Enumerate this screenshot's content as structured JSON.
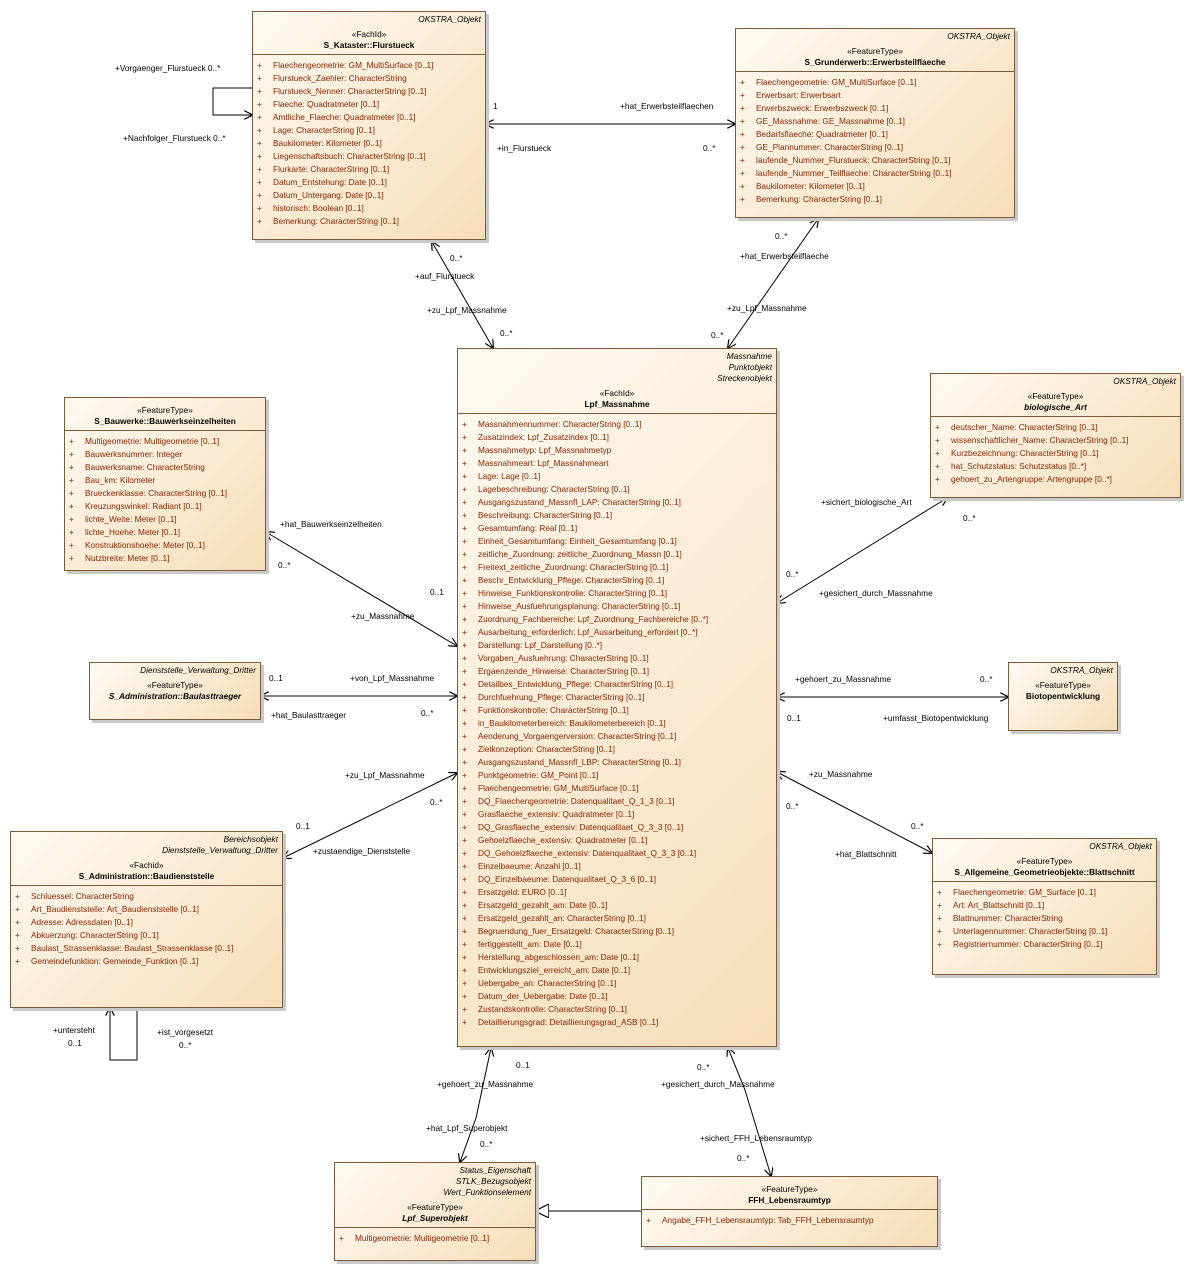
{
  "classes": {
    "flurstueck": {
      "tags": [
        "OKSTRA_Objekt"
      ],
      "stereotype": "«FachId»",
      "name": "S_Kataster::Flurstueck",
      "italic_name": false,
      "attributes": [
        "Flaechengeometrie: GM_MultiSurface [0..1]",
        "Flurstueck_Zaehler: CharacterString",
        "Flurstueck_Nenner: CharacterString [0..1]",
        "Flaeche: Quadratmeter [0..1]",
        "Amtliche_Flaeche: Quadratmeter [0..1]",
        "Lage: CharacterString [0..1]",
        "Baukilometer: Kilometer [0..1]",
        "Liegenschaftsbuch: CharacterString [0..1]",
        "Flurkarte: CharacterString [0..1]",
        "Datum_Entstehung: Date [0..1]",
        "Datum_Untergang: Date [0..1]",
        "historisch: Boolean [0..1]",
        "Bemerkung: CharacterString [0..1]"
      ]
    },
    "erwerbsteilflaeche": {
      "tags": [
        "OKSTRA_Objekt"
      ],
      "stereotype": "«FeatureType»",
      "name": "S_Grunderwerb::Erwerbsteilflaeche",
      "italic_name": false,
      "attributes": [
        "Flaechengeometrie: GM_MultiSurface [0..1]",
        "Erwerbsart: Erwerbsart",
        "Erwerbszweck: Erwerbszweck [0..1]",
        "GE_Massnahme: GE_Massnahme [0..1]",
        "Bedarfsflaeche: Quadratmeter [0..1]",
        "GE_Plannummer: CharacterString [0..1]",
        "laufende_Nummer_Flurstueck: CharacterString [0..1]",
        "laufende_Nummer_Teilflaeche: CharacterString [0..1]",
        "Baukilometer: Kilometer [0..1]",
        "Bemerkung: CharacterString [0..1]"
      ]
    },
    "bauwerkseinzelheiten": {
      "tags": [],
      "stereotype": "«FeatureType»",
      "name": "S_Bauwerke::Bauwerkseinzelheiten",
      "italic_name": false,
      "attributes": [
        "Multigeometrie: Multigeometrie [0..1]",
        "Bauwerksnummer: Integer",
        "Bauwerksname: CharacterString",
        "Bau_km: Kilometer",
        "Brueckenklasse: CharacterString [0..1]",
        "Kreuzungswinkel: Radiant [0..1]",
        "lichte_Weite: Meter [0..1]",
        "lichte_Hoehe: Meter [0..1]",
        "Konstruktionshoehe: Meter [0..1]",
        "Nutzbreite: Meter [0..1]"
      ]
    },
    "lpf_massnahme": {
      "tags": [
        "Massnahme",
        "Punktobjekt",
        "Streckenobjekt"
      ],
      "stereotype": "«FachId»",
      "name": "Lpf_Massnahme",
      "italic_name": false,
      "attributes": [
        "Massnahmennummer: CharacterString [0..1]",
        "Zusatzindex: Lpf_Zusatzindex [0..1]",
        "Massnahmetyp: Lpf_Massnahmetyp",
        "Massnahmeart: Lpf_Massnahmeart",
        "Lage: Lage [0..1]",
        "Lagebeschreibung: CharacterString [0..1]",
        "Ausgangszustand_Massnfl_LAP: CharacterString [0..1]",
        "Beschreibung: CharacterString [0..1]",
        "Gesamtumfang: Real [0..1]",
        "Einheit_Gesamtumfang: Einheit_Gesamtumfang [0..1]",
        "zeitliche_Zuordnung: zeitliche_Zuordnung_Massn [0..1]",
        "Freitext_zeitliche_Zuordnung: CharacterString [0..1]",
        "Beschr_Entwicklung_Pflege: CharacterString [0..1]",
        "Hinweise_Funktionskontrolle: CharacterString [0..1]",
        "Hinweise_Ausfuehrungsplanung: CharacterString [0..1]",
        "Zuordnung_Fachbereiche: Lpf_Zuordnung_Fachbereiche [0..*]",
        "Ausarbeitung_erforderlich: Lpf_Ausarbeitung_erforderl [0..*]",
        "Darstellung: Lpf_Darstellung [0..*]",
        "Vorgaben_Ausfuehrung: CharacterString [0..1]",
        "Ergaenzende_Hinweise: CharacterString [0..1]",
        "Detailbes_Entwicklung_Pflege: CharacterString [0..1]",
        "Durchfuehrung_Pflege: CharacterString [0..1]",
        "Funktionskontrolle: CharacterString [0..1]",
        "in_Baukilometerbereich: Baukilometerbereich [0..1]",
        "Aenderung_Vorgaengerversion: CharacterString [0..1]",
        "Zielkonzeption: CharacterString [0..1]",
        "Ausgangszustand_Massnfl_LBP: CharacterString [0..1]",
        "Punktgeometrie: GM_Point [0..1]",
        "Flaechengeometrie: GM_MultiSurface [0..1]",
        "DQ_Flaechengeometrie: Datenqualitaet_Q_1_3 [0..1]",
        "Grasflaeche_extensiv: Quadratmeter [0..1]",
        "DQ_Grasflaeche_extensiv: Datenqualitaet_Q_3_3 [0..1]",
        "Gehoelzflaeche_extensiv: Quadratmeter [0..1]",
        "DQ_Gehoelzflaeche_extensiv: Datenqualitaet_Q_3_3 [0..1]",
        "Einzelbaeume: Anzahl [0..1]",
        "DQ_Einzelbaeume: Datenqualitaet_Q_3_6 [0..1]",
        "Ersatzgeld: EURO [0..1]",
        "Ersatzgeld_gezahlt_am: Date [0..1]",
        "Ersatzgeld_gezahlt_an: CharacterString [0..1]",
        "Begruendung_fuer_Ersatzgeld: CharacterString [0..1]",
        "fertiggestellt_am: Date [0..1]",
        "Herstellung_abgeschlossen_am: Date [0..1]",
        "Entwicklungsziel_erreicht_am: Date [0..1]",
        "Uebergabe_an: CharacterString [0..1]",
        "Datum_der_Uebergabe: Date [0..1]",
        "Zustandskontrolle: CharacterString [0..1]",
        "Detaillierungsgrad: Detaillierungsgrad_ASB [0..1]"
      ]
    },
    "biologische_art": {
      "tags": [
        "OKSTRA_Objekt"
      ],
      "stereotype": "«FeatureType»",
      "name": "biologische_Art",
      "italic_name": true,
      "attributes": [
        "deutscher_Name: CharacterString [0..1]",
        "wissenschaftlicher_Name: CharacterString [0..1]",
        "Kurzbezeichnung: CharacterString [0..1]",
        "hat_Schutzstatus: Schutzstatus [0..*]",
        "gehoert_zu_Artengruppe: Artengruppe [0..*]"
      ]
    },
    "baulasttraeger": {
      "tags": [
        "Dienststelle_Verwaltung_Dritter"
      ],
      "stereotype": "«FeatureType»",
      "name": "S_Administration::Baulasttraeger",
      "italic_name": true,
      "attributes": []
    },
    "biotopentwicklung": {
      "tags": [
        "OKSTRA_Objekt"
      ],
      "stereotype": "«FeatureType»",
      "name": "Biotopentwicklung",
      "italic_name": false,
      "attributes": []
    },
    "baudienststelle": {
      "tags": [
        "Bereichsobjekt",
        "Dienststelle_Verwaltung_Dritter"
      ],
      "stereotype": "«Fachid»",
      "name": "S_Administration::Baudienststelle",
      "italic_name": false,
      "attributes": [
        "Schluessel: CharacterString",
        "Art_Baudienststelle: Art_Baudienststelle [0..1]",
        "Adresse: Adressdaten [0..1]",
        "Abkuerzung: CharacterString [0..1]",
        "Baulast_Strassenklasse: Baulast_Strassenklasse [0..1]",
        "Gemeindefunktion: Gemeinde_Funktion [0..1]"
      ]
    },
    "blattschnitt": {
      "tags": [
        "OKSTRA_Objekt"
      ],
      "stereotype": "«FeatureType»",
      "name": "S_Allgemeine_Geometrieobjekte::Blattschnitt",
      "italic_name": false,
      "attributes": [
        "Flaechengeometrie: GM_Surface [0..1]",
        "Art: Art_Blattschnitt [0..1]",
        "Blattnummer: CharacterString",
        "Unterlagennummer: CharacterString [0..1]",
        "Registriernummer: CharacterString [0..1]"
      ]
    },
    "lpf_superobjekt": {
      "tags": [
        "Status_Eigenschaft",
        "STLK_Bezugsobjekt",
        "Wert_Funktionselement"
      ],
      "stereotype": "«FeatureType»",
      "name": "Lpf_Superobjekt",
      "italic_name": true,
      "attributes": [
        "Multigeometrie: Multigeometrie [0..1]"
      ]
    },
    "ffh_lebensraumtyp": {
      "tags": [],
      "stereotype": "«FeatureType»",
      "name": "FFH_Lebensraumtyp",
      "italic_name": false,
      "attributes": [
        "Angabe_FFH_Lebensraumtyp: Tab_FFH_Lebensraumtyp"
      ]
    }
  },
  "visibility_symbol": "+",
  "labels": {
    "vorgaenger": "+Vorgaenger_Flurstueck 0..*",
    "nachfolger": "+Nachfolger_Flurstueck 0..*",
    "mult_1": "1",
    "hat_erwerbsteilflaechen": "+hat_Erwerbsteilflaechen",
    "in_flurstueck": "+in_Flurstueck",
    "mult_erw_0n": "0..*",
    "mult_flst_bottom": "0..*",
    "auf_flurstueck": "+auf_Flurstueck",
    "zu_lpf_massnahme_1": "+zu_Lpf_Massnahme",
    "mult_lpf_top_left": "0..*",
    "mult_erw_bottom": "0..*",
    "hat_erwerbsteilflaeche": "+hat_Erwerbsteilflaeche",
    "zu_lpf_massnahme_2": "+zu_Lpf_Massnahme",
    "mult_lpf_top_right": "0..*",
    "hat_bauwerkseinzelheiten": "+hat_Bauwerkseinzelheiten",
    "mult_bauw": "0..*",
    "mult_bauw_lpf": "0..1",
    "zu_massnahme_1": "+zu_Massnahme",
    "sichert_biologische_art": "+sichert_biologische_Art",
    "mult_bio": "0..*",
    "mult_bio_lpf": "0..*",
    "gesichert_durch_massnahme_1": "+gesichert_durch_Massnahme",
    "mult_baul": "0..1",
    "von_lpf_massnahme": "+von_Lpf_Massnahme",
    "hat_baulasttraeger": "+hat_Baulasttraeger",
    "mult_baul_lpf": "0..*",
    "gehoert_zu_massnahme_1": "+gehoert_zu_Massnahme",
    "mult_biotop": "0..*",
    "mult_biotop_lpf": "0..1",
    "umfasst_biotopentwicklung": "+umfasst_Biotopentwicklung",
    "zu_lpf_massnahme_3": "+zu_Lpf_Massnahme",
    "mult_bd_lpf": "0..*",
    "mult_bd": "0..1",
    "zustaendige_dienststelle": "+zustaendige_Dienststelle",
    "zu_massnahme_2": "+zu_Massnahme",
    "mult_bs_lpf": "0..*",
    "mult_bs": "0..*",
    "hat_blattschnitt": "+hat_Blattschnitt",
    "untersteht": "+untersteht",
    "mult_untersteht": "0..1",
    "ist_vorgesetzt": "+ist_vorgesetzt",
    "mult_ist_vorgesetzt": "0..*",
    "mult_super_lpf": "0..1",
    "gehoert_zu_massnahme_2": "+gehoert_zu_Massnahme",
    "hat_lpf_superobjekt": "+hat_Lpf_Superobjekt",
    "mult_super": "0..*",
    "mult_ffh_lpf": "0..*",
    "gesichert_durch_massnahme_2": "+gesichert_durch_Massnahme",
    "sichert_ffh_lebensraumtyp": "+sichert_FFH_Lebensraumtyp",
    "mult_ffh": "0..*"
  }
}
